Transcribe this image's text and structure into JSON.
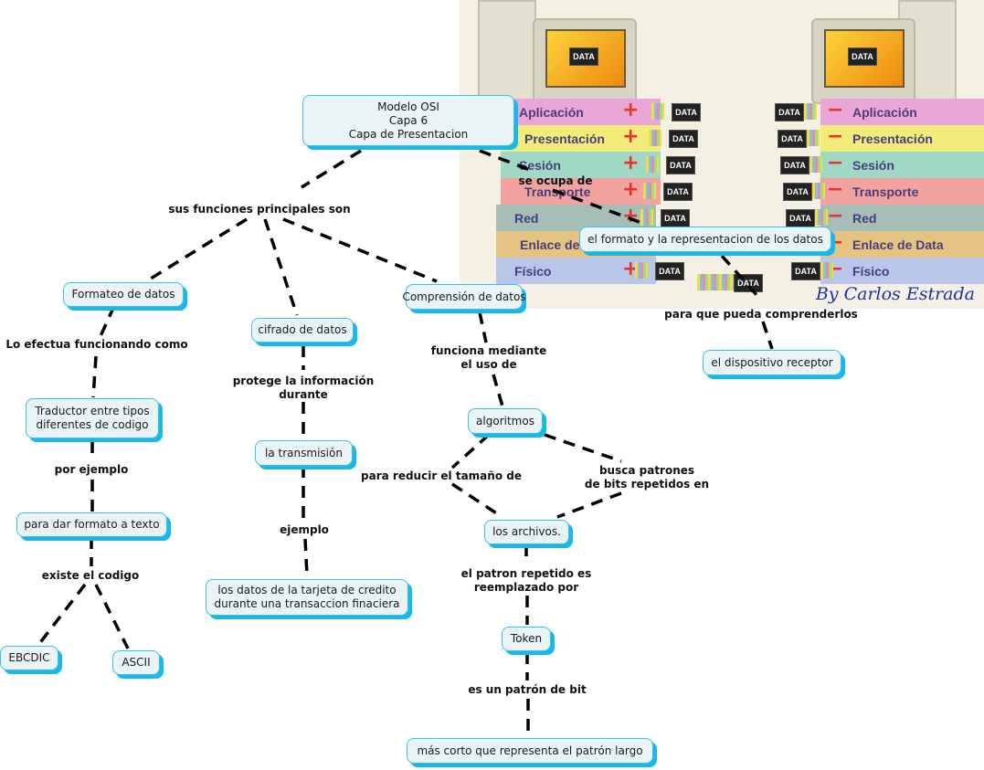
{
  "title": "Modelo OSI - Capa 6 - Capa de Presentacion (mapa conceptual)",
  "root": {
    "lines": [
      "Modelo OSI",
      "Capa 6",
      "Capa de Presentacion"
    ]
  },
  "nodes": {
    "formato_representacion": "el formato y la representacion de los datos",
    "dispositivo_receptor": "el dispositivo receptor",
    "formateo": "Formateo de datos",
    "cifrado": "cifrado de datos",
    "comprension": "Comprensión de datos",
    "traductor": [
      "Traductor entre tipos",
      "diferentes de codigo"
    ],
    "dar_formato": "para dar formato a texto",
    "ebcdic": "EBCDIC",
    "ascii": "ASCII",
    "transmision": "la transmisión",
    "tarjeta": [
      "los datos de la tarjeta de credito",
      "durante una transaccion finaciera"
    ],
    "algoritmos": "algoritmos",
    "archivos": "los archivos.",
    "token": "Token",
    "mas_corto": "más corto que representa el patrón largo"
  },
  "phrases": {
    "se_ocupa": "se ocupa de",
    "para_que": "para que pueda comprenderlos",
    "sus_funciones": "sus funciones principales son",
    "lo_efectua": "Lo efectua funcionando como",
    "por_ejemplo": "por ejemplo",
    "existe": "existe el codigo",
    "protege": [
      "protege la información",
      "durante"
    ],
    "ejemplo": "ejemplo",
    "funciona": [
      "funciona mediante",
      "el uso de"
    ],
    "reducir": "para reducir el tamaño de",
    "busca": [
      "busca patrones",
      "de bits repetidos en"
    ],
    "patron_repetido": [
      "el patron repetido es",
      "reemplazado por"
    ],
    "patron_bit": "es un patrón de bit"
  },
  "image": {
    "caption": "By Carlos Estrada",
    "data_tag": "DATA",
    "layers_left": [
      "Aplicación",
      "Presentación",
      "Sesión",
      "Transporte",
      "Red",
      "Enlace de Data",
      "Físico"
    ],
    "layers_right": [
      "Aplicación",
      "Presentación",
      "Sesión",
      "Transporte",
      "Red",
      "Enlace de Data",
      "Físico"
    ],
    "sign_left": "+",
    "sign_right": "−",
    "layer_colors": [
      "#e9a6d6",
      "#f3ec7a",
      "#9fd9c6",
      "#f2a3a0",
      "#a5bfb8",
      "#e5c483",
      "#b9c6ea"
    ]
  },
  "colors": {
    "node_fill": "#eaf3f5",
    "node_border": "#39c2ec",
    "node_shadow": "#19b7ea",
    "link": "#000000"
  }
}
